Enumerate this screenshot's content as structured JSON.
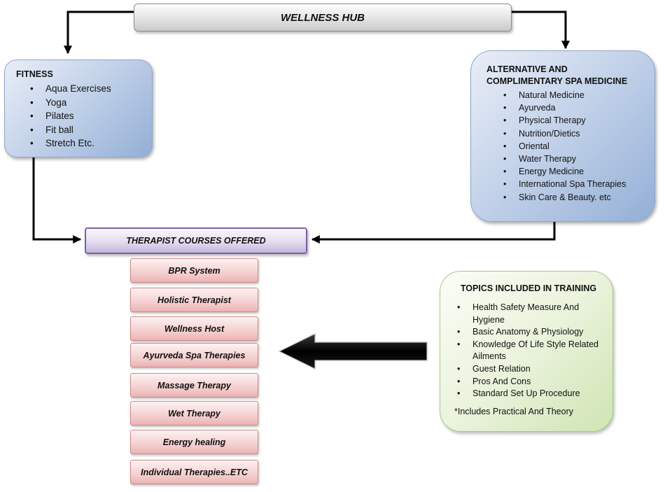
{
  "hub": {
    "title": "WELLNESS HUB"
  },
  "fitness": {
    "title": "FITNESS",
    "items": [
      "Aqua Exercises",
      "Yoga",
      "Pilates",
      "Fit ball",
      "Stretch Etc."
    ]
  },
  "alternative": {
    "title": "ALTERNATIVE AND COMPLIMENTARY SPA MEDICINE",
    "items": [
      "Natural Medicine",
      "Ayurveda",
      "Physical Therapy",
      "Nutrition/Dietics",
      "Oriental",
      "Water Therapy",
      "Energy Medicine",
      "International Spa Therapies",
      "Skin Care & Beauty. etc"
    ]
  },
  "courses": {
    "title": "THERAPIST COURSES OFFERED",
    "items": [
      "BPR System",
      "Holistic Therapist",
      "Wellness Host",
      "Ayurveda Spa Therapies",
      "Massage Therapy",
      "Wet Therapy",
      "Energy healing",
      "Individual Therapies..ETC"
    ]
  },
  "topics": {
    "title": "TOPICS INCLUDED IN TRAINING",
    "items": [
      "Health Safety Measure And Hygiene",
      "Basic Anatomy & Physiology",
      "Knowledge Of Life Style Related Ailments",
      "Guest Relation",
      "Pros And Cons",
      "Standard Set Up Procedure"
    ],
    "note": "*Includes Practical And Theory"
  }
}
